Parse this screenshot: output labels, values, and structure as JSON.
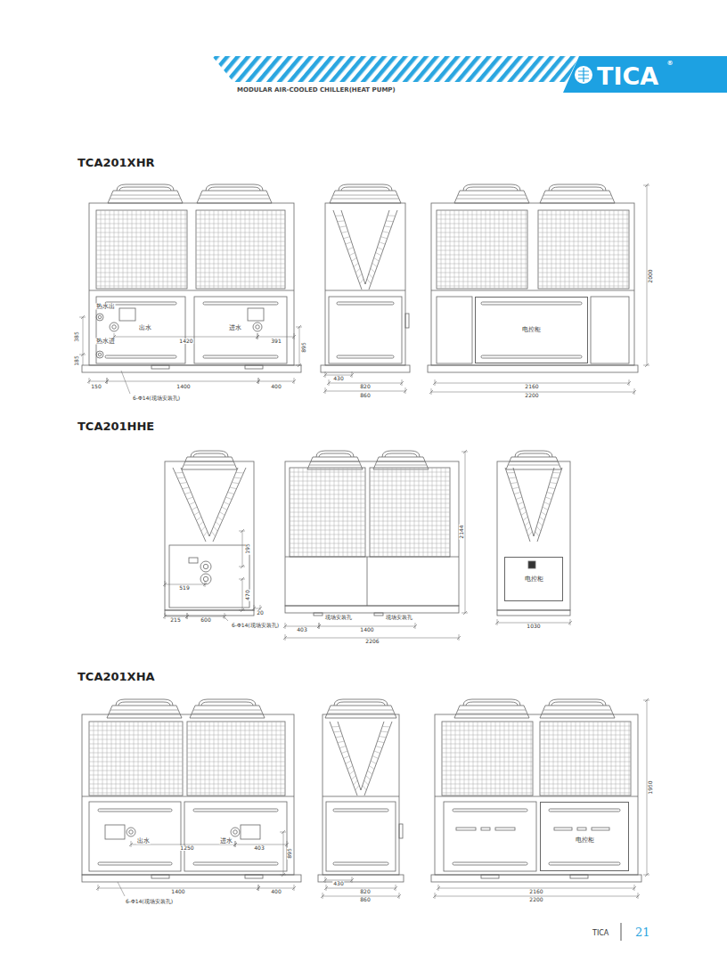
{
  "diagram": {
    "nodes": [
      {
        "text": [
          "电控柜"
        ]
      },
      {
        "text": [
          "电控柜"
        ]
      },
      {
        "text": [
          "电控柜"
        ]
      }
    ],
    "labels": [
      "MODULAR AIR-COOLED CHILLER(HEAT PUMP)",
      "TICA",
      "®",
      "TCA201XHR",
      "热水出",
      "出水",
      "进水",
      "1420",
      "391",
      "热水进",
      "385",
      "185",
      "895",
      "150",
      "1400",
      "400",
      "6-Φ14(现场安装孔)",
      "430",
      "820",
      "860",
      "2160",
      "2200",
      "2000",
      "TCA201HHE",
      "195",
      "519",
      "470",
      "20",
      "215",
      "600",
      "6-Φ14(现场安装孔)",
      "现场安装孔",
      "现场安装孔",
      "403",
      "1400",
      "2206",
      "2144",
      "1030",
      "TCA201XHA",
      "出水",
      "1250",
      "进水",
      "403",
      "895",
      "1400",
      "400",
      "6-Φ14(现场安装孔)",
      "430",
      "820",
      "860",
      "2160",
      "2200",
      "1950",
      "TICA",
      "21"
    ]
  }
}
